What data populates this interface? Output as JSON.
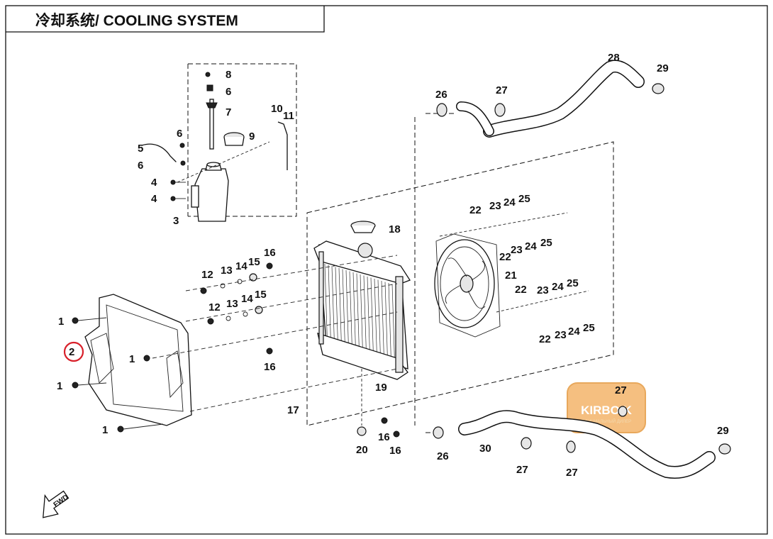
{
  "title": "冷却系统/ COOLING SYSTEM",
  "fwd_label": "FWD",
  "watermark": {
    "name": "KIRBOIK",
    "sub": "ОФИЦИАЛЬНЫЙ ДИЛЕР"
  },
  "highlight_color": "#d8202a",
  "callouts": {
    "c1a": "1",
    "c1b": "1",
    "c1c": "1",
    "c1d": "1",
    "c2": "2",
    "c3": "3",
    "c4a": "4",
    "c4b": "4",
    "c5": "5",
    "c6a": "6",
    "c6b": "6",
    "c6c": "6",
    "c7": "7",
    "c8": "8",
    "c9": "9",
    "c10": "10",
    "c11": "11",
    "c12a": "12",
    "c12b": "12",
    "c13a": "13",
    "c13b": "13",
    "c14a": "14",
    "c14b": "14",
    "c15a": "15",
    "c15b": "15",
    "c16a": "16",
    "c16b": "16",
    "c16c": "16",
    "c16d": "16",
    "c17": "17",
    "c18": "18",
    "c19": "19",
    "c20": "20",
    "c21": "21",
    "c22a": "22",
    "c22b": "22",
    "c22c": "22",
    "c22d": "22",
    "c23a": "23",
    "c23b": "23",
    "c23c": "23",
    "c23d": "23",
    "c24a": "24",
    "c24b": "24",
    "c24c": "24",
    "c24d": "24",
    "c25a": "25",
    "c25b": "25",
    "c25c": "25",
    "c25d": "25",
    "c26a": "26",
    "c26b": "26",
    "c27a": "27",
    "c27b": "27",
    "c27c": "27",
    "c27d": "27",
    "c28": "28",
    "c29a": "29",
    "c29b": "29",
    "c30": "30"
  }
}
